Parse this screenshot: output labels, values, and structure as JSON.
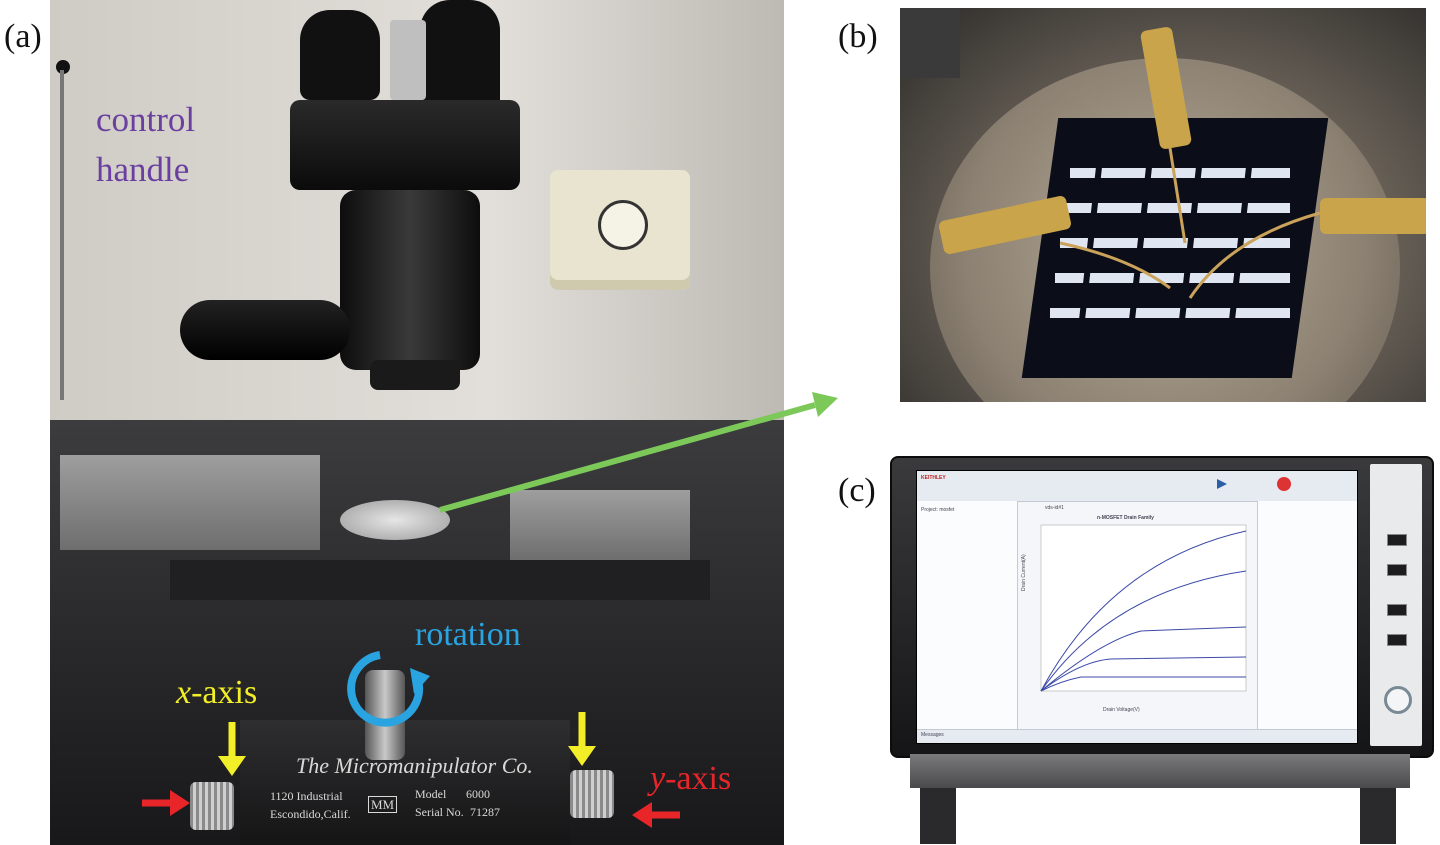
{
  "panels": {
    "a": {
      "label": "(a)"
    },
    "b": {
      "label": "(b)"
    },
    "c": {
      "label": "(c)"
    }
  },
  "photo_a": {
    "annotations": {
      "control_handle_line1": "control",
      "control_handle_line2": "handle",
      "rotation": "rotation",
      "x_axis_var": "x",
      "x_axis_suffix": "-axis",
      "y_axis_var": "y",
      "y_axis_suffix": "-axis"
    },
    "label_plate": {
      "brand": "The Micromanipulator Co.",
      "address_line1": "1120 Industrial",
      "address_line2": "Escondido,Calif.",
      "logo": "MM",
      "model_label": "Model",
      "model_number": "6000",
      "serial_label": "Serial No.",
      "serial_number": "71287"
    },
    "colors": {
      "control_handle": "#6a3fa0",
      "rotation": "#2aa4e0",
      "x_axis": "#f2ee28",
      "y_axis": "#e8262a",
      "pointer_arrow": "#7cc95a"
    }
  },
  "photo_c": {
    "brand": "KEITHLEY",
    "chart_title": "n-MOSFET Drain Family",
    "tab": "vds-id#1",
    "x_label": "Drain Voltage(V)",
    "y_label": "Drain Current(A)",
    "project_label": "Project: mosfet",
    "messages_label": "Messages"
  }
}
